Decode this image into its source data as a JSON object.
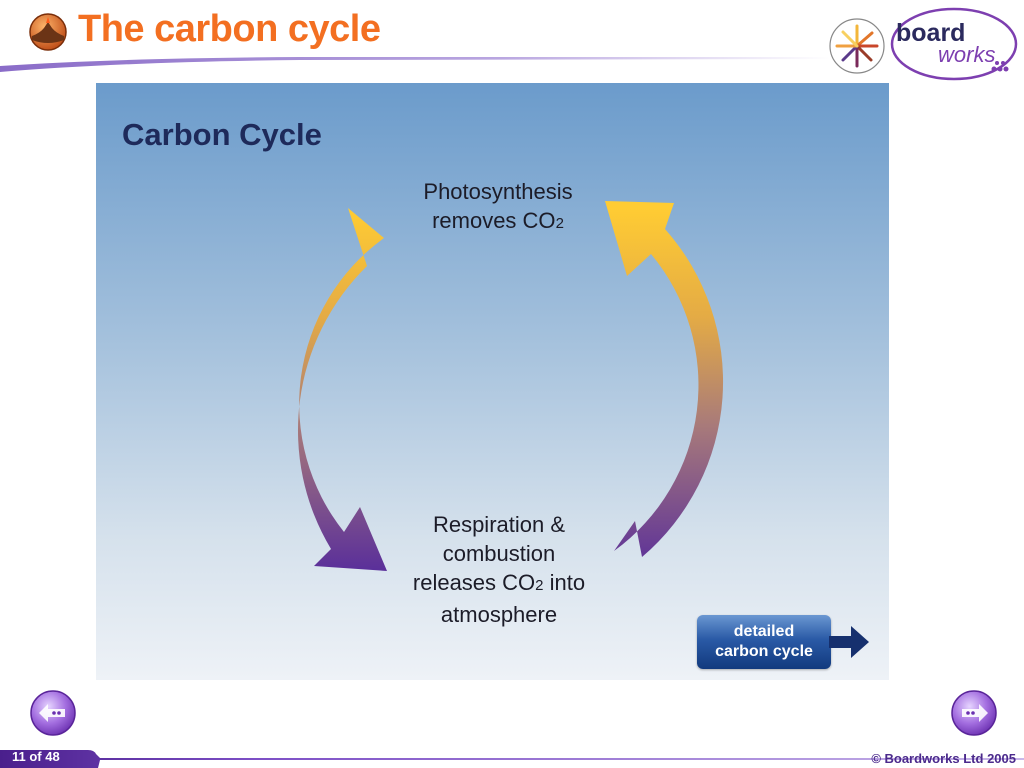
{
  "header": {
    "title": "The carbon cycle",
    "icon": "volcano-globe-icon",
    "logo": {
      "word_top": "board",
      "word_bottom": "works"
    }
  },
  "panel": {
    "title": "Carbon Cycle",
    "top_label": {
      "line1": "Photosynthesis",
      "line2_text": "removes CO",
      "line2_sub": "2"
    },
    "bottom_label": {
      "line1": "Respiration &",
      "line2": "combustion",
      "line3_pre": "releases CO",
      "line3_sub": "2",
      "line3_post": " into",
      "line4": "atmosphere"
    },
    "detail_button": {
      "line1": "detailed",
      "line2": "carbon cycle"
    }
  },
  "nav": {
    "prev_icon": "previous-arrow-icon",
    "next_icon": "next-arrow-icon"
  },
  "footer": {
    "page": "11 of 48",
    "copyright": "© Boardworks Ltd 2005"
  },
  "colors": {
    "title_orange": "#f36f21",
    "arrow_yellow": "#ffcc33",
    "arrow_purple": "#5a2f9a",
    "brand_purple": "#7d3fb0",
    "button_blue": "#2a5aa6"
  }
}
